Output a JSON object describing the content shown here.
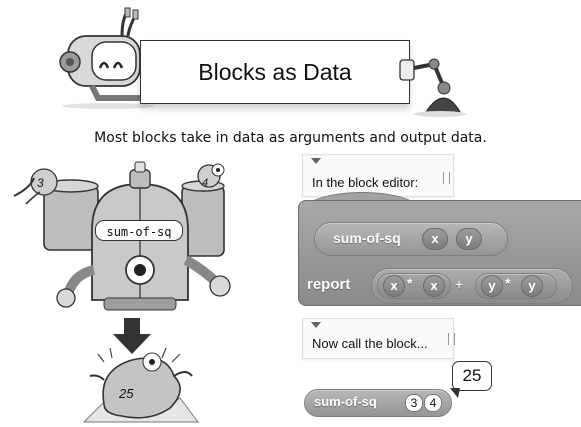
{
  "banner": {
    "title": "Blocks as Data"
  },
  "subtitle": "Most blocks take in data as arguments and output data.",
  "machine": {
    "label": "sum-of-sq",
    "input_a": "3",
    "input_b": "4",
    "output": "25"
  },
  "editor": {
    "comment_label": "In the block editor:",
    "prototype": {
      "name": "sum-of-sq",
      "params": [
        "x",
        "y"
      ]
    },
    "report_label": "report",
    "expression": {
      "left_a": "x",
      "left_op": "*",
      "left_b": "x",
      "plus": "+",
      "right_a": "y",
      "right_op": "*",
      "right_b": "y"
    }
  },
  "call": {
    "comment_label": "Now call the block...",
    "block_name": "sum-of-sq",
    "args": [
      "3",
      "4"
    ],
    "result": "25"
  },
  "colors": {
    "block_gray": "#9a9a9a",
    "banner_border": "#333333",
    "note_bg": "#fafafa"
  },
  "icons": [
    "robot-head-icon",
    "robot-arm-icon",
    "monster-machine-icon",
    "down-arrow-icon",
    "blob-monster-icon"
  ]
}
